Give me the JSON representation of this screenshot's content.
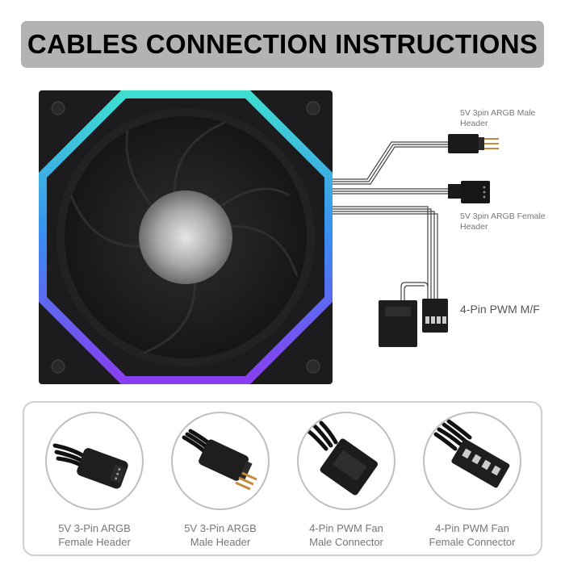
{
  "header": {
    "title": "CABLES CONNECTION INSTRUCTIONS"
  },
  "cable_labels": {
    "argb_male_header": "5V 3pin ARGB Male Header",
    "argb_female_header": "5V 3pin ARGB Female Header",
    "pwm_mf": "4-Pin PWM M/F"
  },
  "connectors": [
    {
      "line1": "5V 3-Pin ARGB",
      "line2": "Female Header"
    },
    {
      "line1": "5V 3-Pin ARGB",
      "line2": "Male Header"
    },
    {
      "line1": "4-Pin PWM Fan",
      "line2": "Male Connector"
    },
    {
      "line1": "4-Pin PWM Fan",
      "line2": "Female Connector"
    }
  ],
  "colors": {
    "title_bg": "#b3b3b3",
    "fan_body": "#1c1c1e",
    "rgb_cyan": "#3fe0d0",
    "rgb_blue": "#3a8cf0",
    "rgb_purple": "#8a3cf0"
  }
}
